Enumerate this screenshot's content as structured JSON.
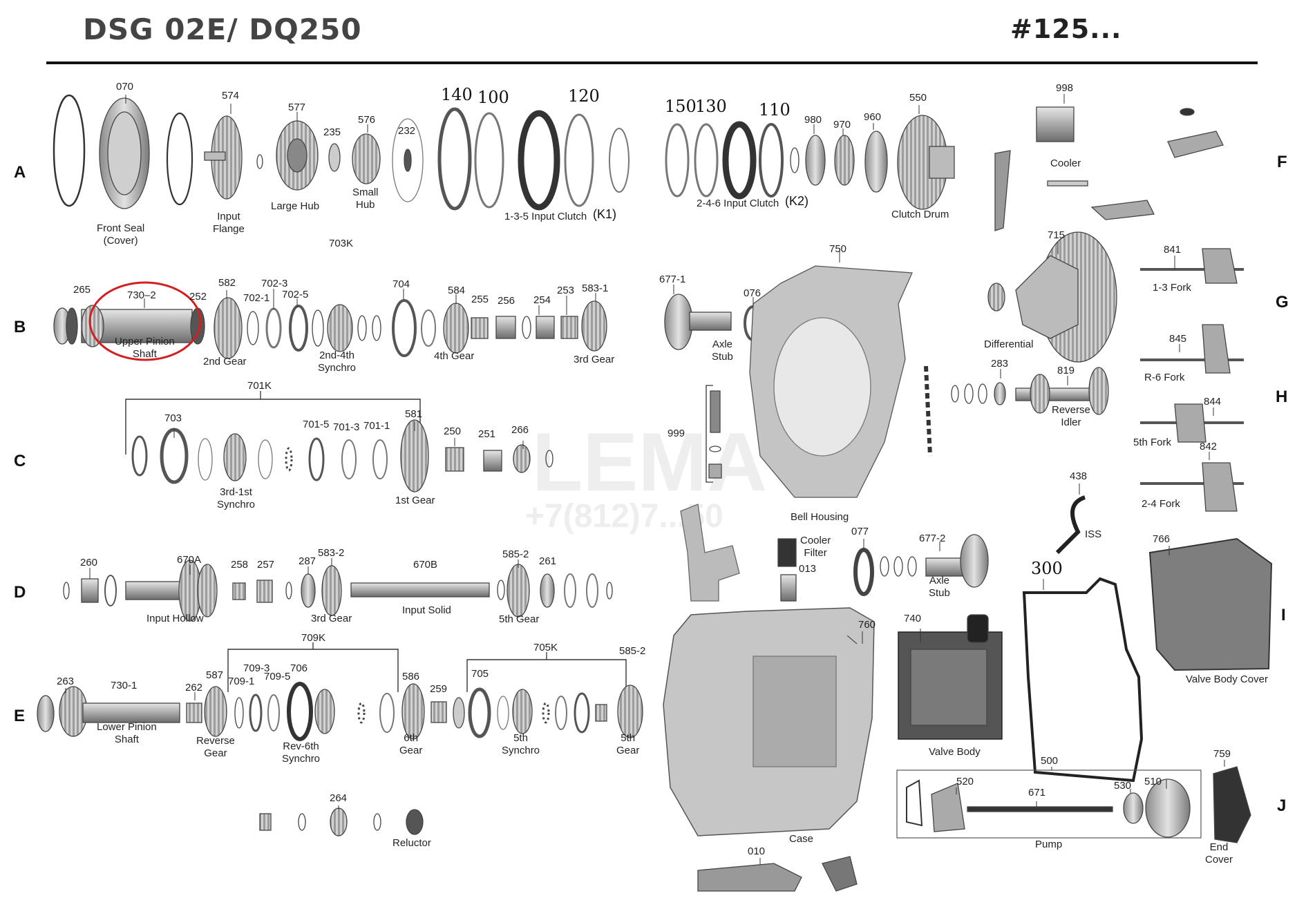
{
  "header": {
    "left_title": "DSG 02E/ DQ250",
    "right_title": "#125..."
  },
  "watermark": {
    "text": "LEMA",
    "phone": "+7(812)7...50"
  },
  "rows": [
    "A",
    "B",
    "C",
    "D",
    "E",
    "F",
    "G",
    "H",
    "I",
    "J"
  ],
  "labels": {
    "front_seal_cover": "Front Seal\n(Cover)",
    "input_flange": "Input\nFlange",
    "large_hub": "Large Hub",
    "small_hub": "Small\nHub",
    "clutch_135": "1-3-5 Input Clutch",
    "k1": "(K1)",
    "clutch_246": "2-4-6 Input Clutch",
    "k2": "(K2)",
    "clutch_drum": "Clutch Drum",
    "cooler": "Cooler",
    "upper_pinion_shaft": "Upper Pinion\nShaft",
    "gear_2nd": "2nd Gear",
    "synchro_2_4": "2nd-4th\nSynchro",
    "gear_4th": "4th Gear",
    "gear_3rd_b": "3rd Gear",
    "axle_stub_1": "Axle\nStub",
    "differential": "Differential",
    "fork_13": "1-3 Fork",
    "fork_r6": "R-6 Fork",
    "reverse_idler": "Reverse\nIdler",
    "fork_5th": "5th Fork",
    "fork_24": "2-4 Fork",
    "synchro_3_1": "3rd-1st\nSynchro",
    "gear_1st": "1st Gear",
    "bell_housing": "Bell Housing",
    "input_hollow": "Input Hollow",
    "gear_3rd_d": "3rd Gear",
    "input_solid": "Input Solid",
    "gear_5th_d": "5th Gear",
    "cooler_filter": "Cooler\nFilter",
    "axle_stub_2": "Axle\nStub",
    "iss": "ISS",
    "valve_body_cover": "Valve Body Cover",
    "lower_pinion_shaft": "Lower Pinion\nShaft",
    "reverse_gear": "Reverse\nGear",
    "synchro_rev6": "Rev-6th\nSynchro",
    "gear_6th": "6th\nGear",
    "synchro_5th": "5th\nSynchro",
    "gear_5th_e": "5th\nGear",
    "valve_body": "Valve Body",
    "case": "Case",
    "pump": "Pump",
    "end_cover": "End\nCover",
    "reluctor": "Reluctor"
  },
  "part_numbers": {
    "n070": "070",
    "n574": "574",
    "n577": "577",
    "n235": "235",
    "n576": "576",
    "n232": "232",
    "n140": "140",
    "n100": "100",
    "n120": "120",
    "n150": "150",
    "n130": "130",
    "n110": "110",
    "n980": "980",
    "n970": "970",
    "n960": "960",
    "n550": "550",
    "n998": "998",
    "n703K": "703K",
    "n265": "265",
    "n730_2": "730–2",
    "n252": "252",
    "n582": "582",
    "n702_1": "702-1",
    "n702_3": "702-3",
    "n702_5": "702-5",
    "n704": "704",
    "n584": "584",
    "n255": "255",
    "n256": "256",
    "n254": "254",
    "n253": "253",
    "n583_1": "583-1",
    "n677_1": "677-1",
    "n076": "076",
    "n750": "750",
    "n715": "715",
    "n841": "841",
    "n845": "845",
    "n283": "283",
    "n819": "819",
    "n844": "844",
    "n842": "842",
    "n701K": "701K",
    "n703": "703",
    "n701_5": "701-5",
    "n701_3": "701-3",
    "n701_1": "701-1",
    "n581": "581",
    "n250": "250",
    "n251": "251",
    "n266": "266",
    "n999": "999",
    "n438": "438",
    "n300": "300",
    "n766": "766",
    "n260": "260",
    "n670A": "670A",
    "n258": "258",
    "n257": "257",
    "n287": "287",
    "n583_2": "583-2",
    "n670B": "670B",
    "n585_2a": "585-2",
    "n261": "261",
    "n077": "077",
    "n677_2": "677-2",
    "n013": "013",
    "n709K": "709K",
    "n705K": "705K",
    "n585_2b": "585-2",
    "n263": "263",
    "n730_1": "730-1",
    "n262": "262",
    "n587": "587",
    "n709_1": "709-1",
    "n709_3": "709-3",
    "n709_5": "709-5",
    "n706": "706",
    "n586": "586",
    "n259": "259",
    "n705": "705",
    "n760": "760",
    "n740": "740",
    "n500": "500",
    "n520": "520",
    "n671": "671",
    "n530": "530",
    "n510": "510",
    "n759": "759",
    "n264": "264",
    "n010": "010"
  },
  "colors": {
    "part_fill": "#b8b8b8",
    "part_dark": "#6e6e6e",
    "part_light": "#dcdcdc",
    "highlight": "#d21f1f",
    "rule": "#111111"
  }
}
